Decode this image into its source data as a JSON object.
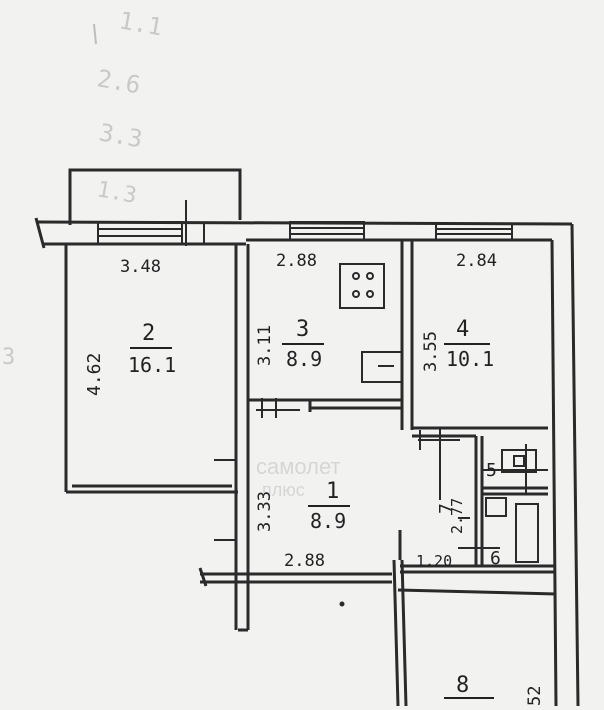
{
  "faint_background_marks": [
    "1.1",
    "2.6",
    "3.3",
    "1.3",
    "3"
  ],
  "watermark": {
    "brand": "самолет",
    "sub": "плюс"
  },
  "rooms": [
    {
      "number": "2",
      "area": "16.1"
    },
    {
      "number": "3",
      "area": "8.9"
    },
    {
      "number": "4",
      "area": "10.1"
    },
    {
      "number": "1",
      "area": "8.9"
    },
    {
      "number": "5"
    },
    {
      "number": "6"
    },
    {
      "number": "7"
    },
    {
      "number": "8"
    }
  ],
  "dimensions": {
    "room2_width": "3.48",
    "room2_height": "4.62",
    "room3_width": "2.88",
    "room3_height": "3.11",
    "room4_width": "2.84",
    "room4_height": "3.55",
    "room1_width": "2.88",
    "room1_height": "3.33",
    "room7_height": "2.77",
    "room6_width": "1.20",
    "room8_height": "52"
  },
  "colors": {
    "line": "#2a2a2a",
    "paper": "#f2f2f1",
    "watermark": "#d6d6d6"
  }
}
